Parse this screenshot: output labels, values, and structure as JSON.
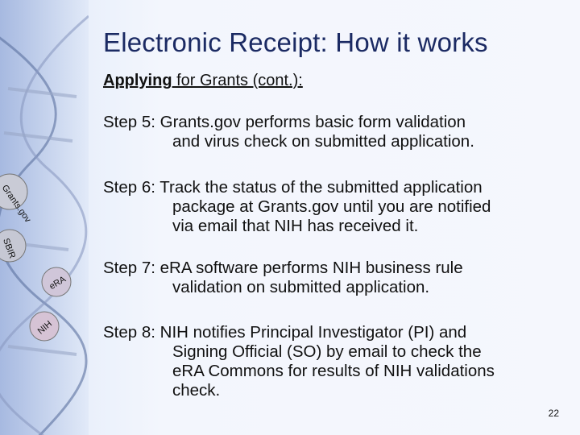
{
  "title": "Electronic Receipt: How it works",
  "subtitle": {
    "emphasis": "Applying",
    "rest": " for Grants (cont.):"
  },
  "steps": [
    {
      "lines": [
        "Step 5: Grants.gov performs basic form validation",
        "and virus check on submitted application."
      ]
    },
    {
      "lines": [
        "Step 6: Track the status of the submitted application",
        "package at Grants.gov until you are notified",
        "via email that NIH has received it."
      ]
    },
    {
      "lines": [
        "Step 7: eRA software performs NIH business rule",
        "validation on submitted application."
      ]
    },
    {
      "lines": [
        "Step 8: NIH notifies Principal Investigator (PI) and",
        "Signing Official (SO) by email to check the",
        "eRA Commons for results of NIH validations",
        "check."
      ]
    }
  ],
  "page_number": "22",
  "decoration": {
    "strip_labels": [
      "Grants.gov",
      "eRA",
      "NIH",
      "SBIR"
    ],
    "accent_color": "#1b2a63",
    "strip_color": "#3a5aa8"
  }
}
